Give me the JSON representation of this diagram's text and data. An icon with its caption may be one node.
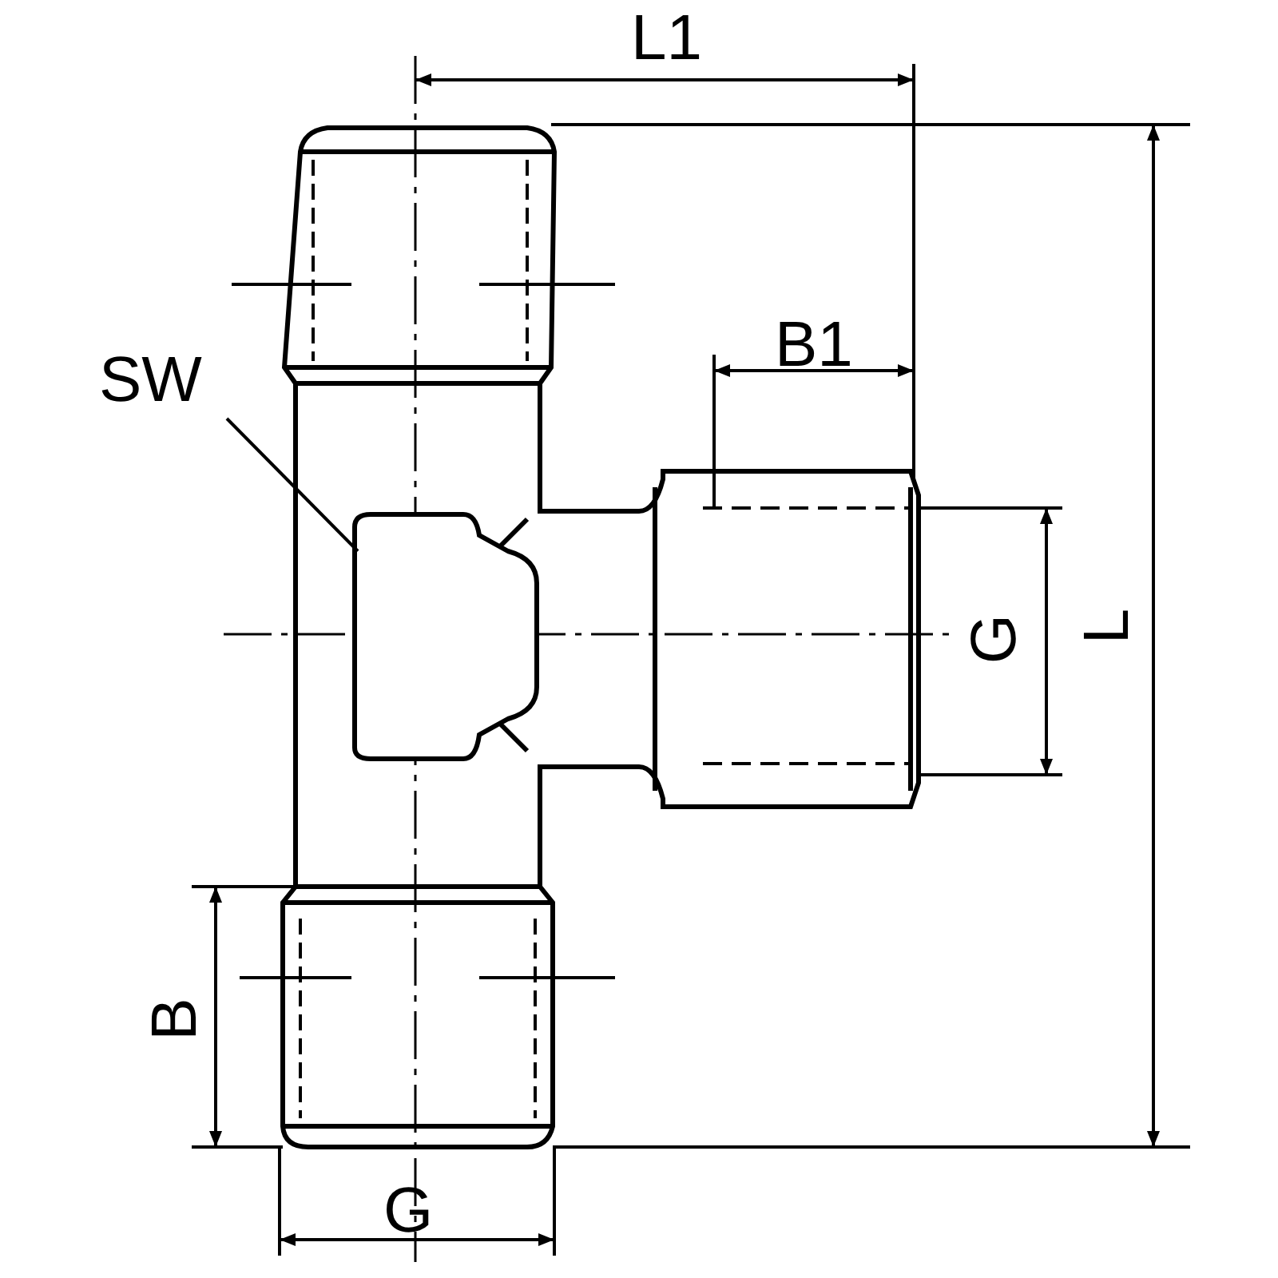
{
  "diagram": {
    "nodes": [
      {
        "text": [
          "SW"
        ]
      },
      {
        "text": [],
        "shape": "picture"
      }
    ],
    "edges": [
      {
        "from": 0,
        "to": 1,
        "arrow": "none"
      }
    ],
    "labels": [
      "L1",
      "B1",
      "G",
      "L",
      "B",
      "G"
    ]
  }
}
